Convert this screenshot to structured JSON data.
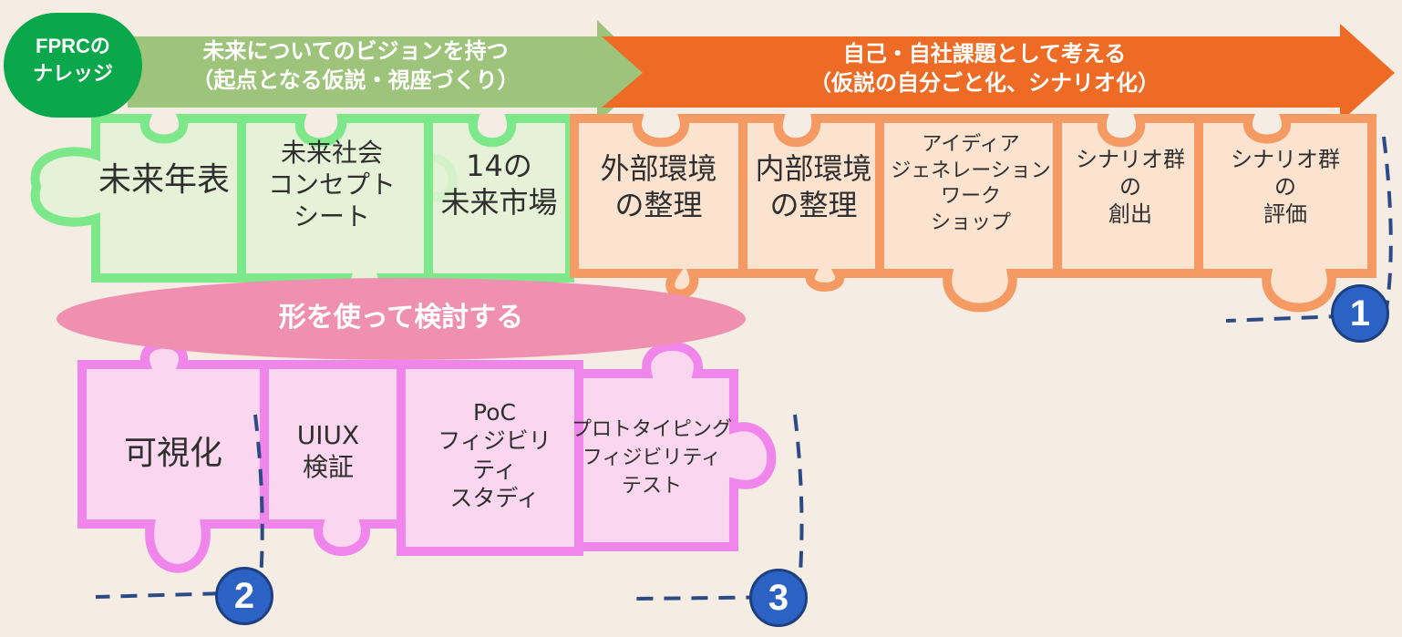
{
  "knowledge_badge": "FPRCの\nナレッジ",
  "banners": {
    "left": "未来についてのビジョンを持つ\n（起点となる仮説・視座づくり）",
    "right": "自己・自社課題として考える\n（仮説の自分ごと化、シナリオ化）"
  },
  "green_pieces": [
    "未来年表",
    "未来社会\nコンセプト\nシート",
    "14の\n未来市場"
  ],
  "orange_pieces": [
    "外部環境\nの整理",
    "内部環境\nの整理",
    "アイディア\nジェネレーション\nワーク\nショップ",
    "シナリオ群\nの\n創出",
    "シナリオ群\nの\n評価"
  ],
  "ellipse_label": "形を使って検討する",
  "pink_pieces": [
    "可視化",
    "UIUX\n検証",
    "PoC\nフィジビリ\nティ\nスタディ",
    "プロトタイピング\nフィジビリティ\nテスト"
  ],
  "numbers": [
    "1",
    "2",
    "3"
  ],
  "colors": {
    "background": "#f5ede3",
    "green_banner": "#9dc47a",
    "orange_banner": "#ee6b25",
    "knowledge_badge": "#0aa84a",
    "green_piece_border": "#7de88a",
    "orange_piece_border": "#f59a62",
    "pink_piece_border": "#f085ec",
    "ellipse": "#ef90b0",
    "dashed_line": "#2b4a86",
    "number_badge": "#2c62c4"
  }
}
